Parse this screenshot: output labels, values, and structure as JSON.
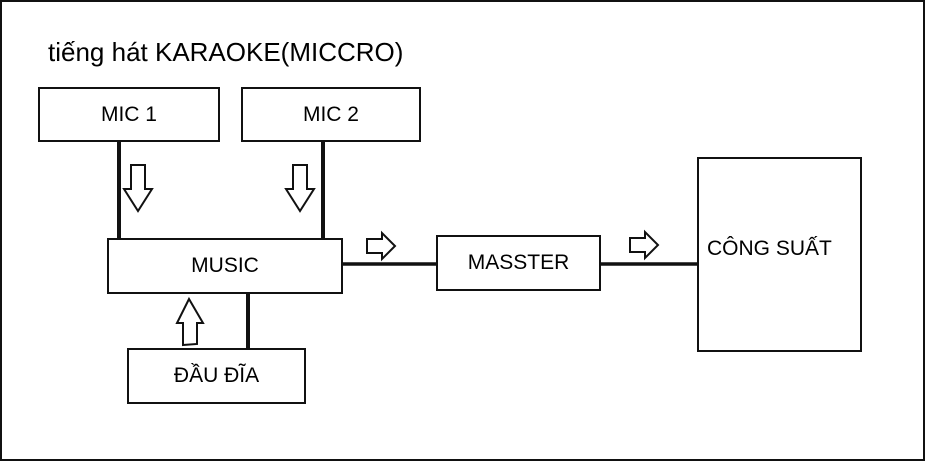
{
  "title": "tiếng hát KARAOKE(MICCRO)",
  "colors": {
    "line": "#111111",
    "background": "#ffffff"
  },
  "blocks": {
    "mic1": {
      "label": "MIC 1"
    },
    "mic2": {
      "label": "MIC 2"
    },
    "music": {
      "label": "MUSIC"
    },
    "dau_dia": {
      "label": "ĐẦU ĐĨA"
    },
    "masster": {
      "label": "MASSTER"
    },
    "cong_suat": {
      "label": "CÔNG SUẤT"
    }
  },
  "connections": [
    {
      "from": "MIC 1",
      "to": "MUSIC",
      "arrow": "down"
    },
    {
      "from": "MIC 2",
      "to": "MUSIC",
      "arrow": "down"
    },
    {
      "from": "ĐẦU ĐĨA",
      "to": "MUSIC",
      "arrow": "up"
    },
    {
      "from": "MUSIC",
      "to": "MASSTER",
      "arrow": "right"
    },
    {
      "from": "MASSTER",
      "to": "CÔNG SUẤT",
      "arrow": "right"
    }
  ]
}
